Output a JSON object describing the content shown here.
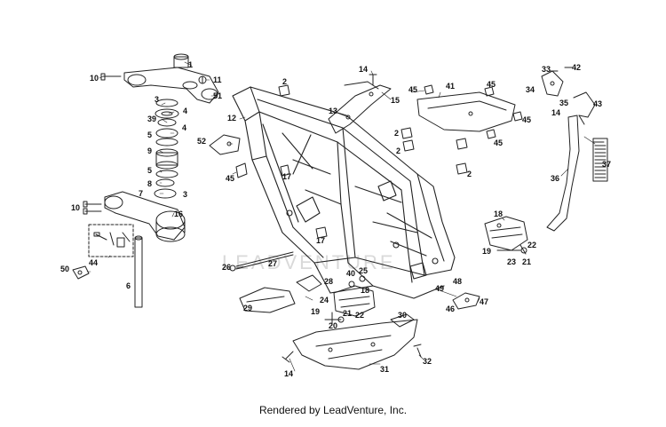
{
  "diagram": {
    "watermark": "LEADVENTURE",
    "footer": "Rendered by LeadVenture, Inc.",
    "callouts": [
      {
        "id": "c1",
        "text": "1"
      },
      {
        "id": "c10a",
        "text": "10"
      },
      {
        "id": "c11",
        "text": "11"
      },
      {
        "id": "c51",
        "text": "51"
      },
      {
        "id": "c3a",
        "text": "3"
      },
      {
        "id": "c4a",
        "text": "4"
      },
      {
        "id": "c39",
        "text": "39"
      },
      {
        "id": "c4b",
        "text": "4"
      },
      {
        "id": "c5a",
        "text": "5"
      },
      {
        "id": "c9",
        "text": "9"
      },
      {
        "id": "c5b",
        "text": "5"
      },
      {
        "id": "c8",
        "text": "8"
      },
      {
        "id": "c7",
        "text": "7"
      },
      {
        "id": "c3b",
        "text": "3"
      },
      {
        "id": "c10b",
        "text": "10"
      },
      {
        "id": "c16",
        "text": "16"
      },
      {
        "id": "c44",
        "text": "44"
      },
      {
        "id": "c50",
        "text": "50"
      },
      {
        "id": "c6",
        "text": "6"
      },
      {
        "id": "c12",
        "text": "12"
      },
      {
        "id": "c52",
        "text": "52"
      },
      {
        "id": "c45a",
        "text": "45"
      },
      {
        "id": "c2a",
        "text": "2"
      },
      {
        "id": "c14a",
        "text": "14"
      },
      {
        "id": "c13",
        "text": "13"
      },
      {
        "id": "c15",
        "text": "15"
      },
      {
        "id": "c45b",
        "text": "45"
      },
      {
        "id": "c41",
        "text": "41"
      },
      {
        "id": "c45c",
        "text": "45"
      },
      {
        "id": "c45d",
        "text": "45"
      },
      {
        "id": "c45e",
        "text": "45"
      },
      {
        "id": "c33",
        "text": "33"
      },
      {
        "id": "c42",
        "text": "42"
      },
      {
        "id": "c34",
        "text": "34"
      },
      {
        "id": "c35",
        "text": "35"
      },
      {
        "id": "c14b",
        "text": "14"
      },
      {
        "id": "c43",
        "text": "43"
      },
      {
        "id": "c2b",
        "text": "2"
      },
      {
        "id": "c2c",
        "text": "2"
      },
      {
        "id": "c2d",
        "text": "2"
      },
      {
        "id": "c17a",
        "text": "17"
      },
      {
        "id": "c17b",
        "text": "17"
      },
      {
        "id": "c37",
        "text": "37"
      },
      {
        "id": "c36",
        "text": "36"
      },
      {
        "id": "c18a",
        "text": "18"
      },
      {
        "id": "c22a",
        "text": "22"
      },
      {
        "id": "c19a",
        "text": "19"
      },
      {
        "id": "c23",
        "text": "23"
      },
      {
        "id": "c21a",
        "text": "21"
      },
      {
        "id": "c26",
        "text": "26"
      },
      {
        "id": "c27",
        "text": "27"
      },
      {
        "id": "c40",
        "text": "40"
      },
      {
        "id": "c25",
        "text": "25"
      },
      {
        "id": "c28",
        "text": "28"
      },
      {
        "id": "c18b",
        "text": "18"
      },
      {
        "id": "c29",
        "text": "29"
      },
      {
        "id": "c24",
        "text": "24"
      },
      {
        "id": "c19b",
        "text": "19"
      },
      {
        "id": "c21b",
        "text": "21"
      },
      {
        "id": "c22b",
        "text": "22"
      },
      {
        "id": "c20",
        "text": "20"
      },
      {
        "id": "c48",
        "text": "48"
      },
      {
        "id": "c49",
        "text": "49"
      },
      {
        "id": "c46",
        "text": "46"
      },
      {
        "id": "c47",
        "text": "47"
      },
      {
        "id": "c30",
        "text": "30"
      },
      {
        "id": "c14c",
        "text": "14"
      },
      {
        "id": "c31",
        "text": "31"
      },
      {
        "id": "c32",
        "text": "32"
      }
    ]
  }
}
